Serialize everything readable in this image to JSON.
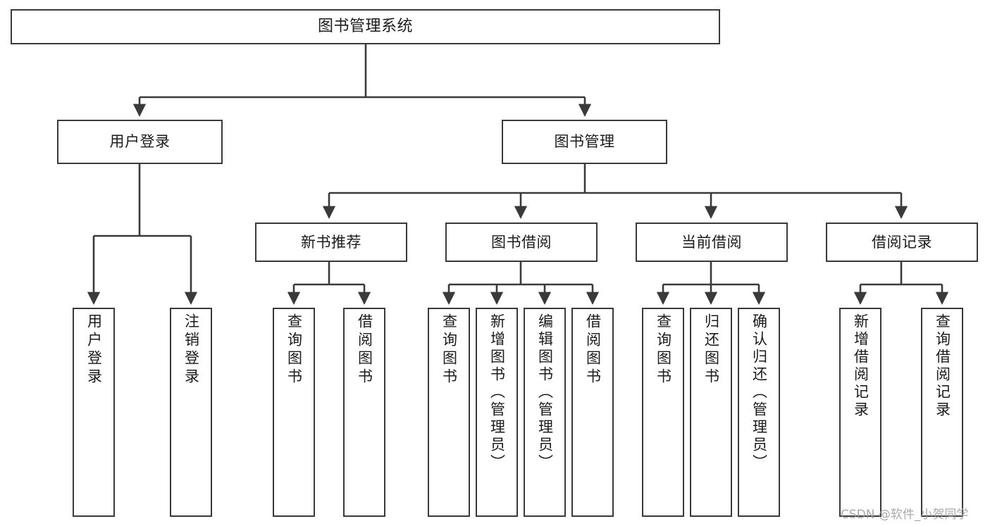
{
  "diagram": {
    "title": "图书管理系统",
    "type": "hierarchy-tree",
    "background_color": "#ffffff",
    "node_border_color": "#3a3a3a",
    "connector_color": "#3a3a3a",
    "levels": 4
  },
  "nodes": {
    "root": {
      "label": "图书管理系统",
      "orientation": "horizontal",
      "level": 1
    },
    "user_login": {
      "label": "用户登录",
      "orientation": "horizontal",
      "level": 2
    },
    "book_manage": {
      "label": "图书管理",
      "orientation": "horizontal",
      "level": 2
    },
    "new_book_recommend": {
      "label": "新书推荐",
      "orientation": "horizontal",
      "level": 3
    },
    "book_borrow": {
      "label": "图书借阅",
      "orientation": "horizontal",
      "level": 3
    },
    "current_borrow": {
      "label": "当前借阅",
      "orientation": "horizontal",
      "level": 3
    },
    "borrow_record": {
      "label": "借阅记录",
      "orientation": "horizontal",
      "level": 3
    },
    "leaf_user_login": {
      "label": "用户登录",
      "orientation": "vertical",
      "level": 4
    },
    "leaf_logout": {
      "label": "注销登录",
      "orientation": "vertical",
      "level": 4
    },
    "leaf_query_book_1": {
      "label": "查询图书",
      "orientation": "vertical",
      "level": 4
    },
    "leaf_borrow_book_1": {
      "label": "借阅图书",
      "orientation": "vertical",
      "level": 4
    },
    "leaf_query_book_2": {
      "label": "查询图书",
      "orientation": "vertical",
      "level": 4
    },
    "leaf_add_book": {
      "label": "新增图书（管理员）",
      "orientation": "vertical",
      "level": 4
    },
    "leaf_edit_book": {
      "label": "编辑图书（管理员）",
      "orientation": "vertical",
      "level": 4
    },
    "leaf_borrow_book_2": {
      "label": "借阅图书",
      "orientation": "vertical",
      "level": 4
    },
    "leaf_query_book_3": {
      "label": "查询图书",
      "orientation": "vertical",
      "level": 4
    },
    "leaf_return_book": {
      "label": "归还图书",
      "orientation": "vertical",
      "level": 4
    },
    "leaf_confirm_return": {
      "label": "确认归还（管理员）",
      "orientation": "vertical",
      "level": 4
    },
    "leaf_add_record": {
      "label": "新增借阅记录",
      "orientation": "vertical",
      "level": 4
    },
    "leaf_query_record": {
      "label": "查询借阅记录",
      "orientation": "vertical",
      "level": 4
    }
  },
  "edges": [
    {
      "from": "root",
      "to": "user_login"
    },
    {
      "from": "root",
      "to": "book_manage"
    },
    {
      "from": "user_login",
      "to": "leaf_user_login"
    },
    {
      "from": "user_login",
      "to": "leaf_logout"
    },
    {
      "from": "book_manage",
      "to": "new_book_recommend"
    },
    {
      "from": "book_manage",
      "to": "book_borrow"
    },
    {
      "from": "book_manage",
      "to": "current_borrow"
    },
    {
      "from": "book_manage",
      "to": "borrow_record"
    },
    {
      "from": "new_book_recommend",
      "to": "leaf_query_book_1"
    },
    {
      "from": "new_book_recommend",
      "to": "leaf_borrow_book_1"
    },
    {
      "from": "book_borrow",
      "to": "leaf_query_book_2"
    },
    {
      "from": "book_borrow",
      "to": "leaf_add_book"
    },
    {
      "from": "book_borrow",
      "to": "leaf_edit_book"
    },
    {
      "from": "book_borrow",
      "to": "leaf_borrow_book_2"
    },
    {
      "from": "current_borrow",
      "to": "leaf_query_book_3"
    },
    {
      "from": "current_borrow",
      "to": "leaf_return_book"
    },
    {
      "from": "current_borrow",
      "to": "leaf_confirm_return"
    },
    {
      "from": "borrow_record",
      "to": "leaf_add_record"
    },
    {
      "from": "borrow_record",
      "to": "leaf_query_record"
    }
  ],
  "watermark": {
    "text": "CSDN @软件_小贺同学"
  }
}
